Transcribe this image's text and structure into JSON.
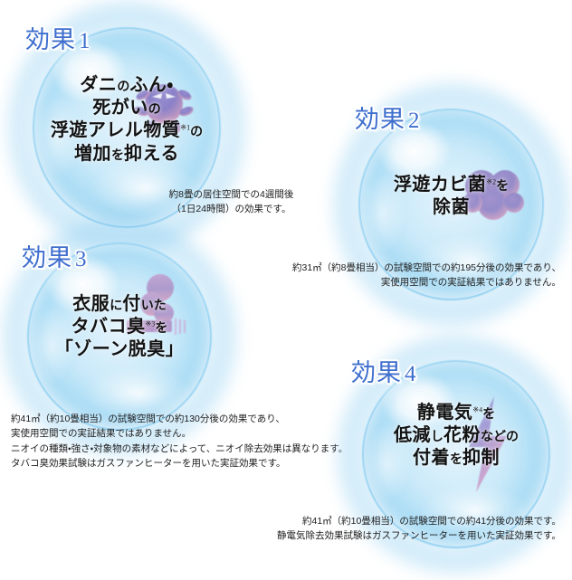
{
  "page": {
    "title": "空気清浄機 4つの効果",
    "accent_color": "#3f6fce",
    "bubble_color": "#a3d9f4",
    "text_color": "#131313"
  },
  "effects": [
    {
      "label_prefix": "効果",
      "label_number": "1",
      "icon": "mite-icon",
      "headline_lines": [
        {
          "segments": [
            {
              "text": "ダニ",
              "size": "big"
            },
            {
              "text": "の",
              "size": "sm"
            },
            {
              "text": "ふん",
              "size": "big"
            },
            {
              "text": "・",
              "size": "big"
            }
          ]
        },
        {
          "segments": [
            {
              "text": "死がい",
              "size": "big"
            },
            {
              "text": "の",
              "size": "sm"
            }
          ]
        },
        {
          "segments": [
            {
              "text": "浮遊アレル物質",
              "size": "big"
            },
            {
              "text": "※1",
              "size": "sup"
            },
            {
              "text": "の",
              "size": "sm"
            }
          ]
        },
        {
          "segments": [
            {
              "text": "増加",
              "size": "big"
            },
            {
              "text": "を",
              "size": "sm"
            },
            {
              "text": "抑える",
              "size": "big"
            }
          ]
        }
      ],
      "caption_lines": [
        "約8畳の居住空間での4週間後",
        "（1日24時間）の効果です。"
      ],
      "caption_align": "center"
    },
    {
      "label_prefix": "効果",
      "label_number": "2",
      "icon": "mold-icon",
      "headline_lines": [
        {
          "segments": [
            {
              "text": "浮遊カビ菌",
              "size": "big"
            },
            {
              "text": "※2",
              "size": "sup"
            },
            {
              "text": "を",
              "size": "sm"
            }
          ]
        },
        {
          "segments": [
            {
              "text": "除菌",
              "size": "big"
            }
          ]
        }
      ],
      "caption_lines": [
        "約31㎡（約8畳相当）の試験空間での約195分後の効果であり、",
        "実使用空間での実証結果ではありません。"
      ],
      "caption_align": "right"
    },
    {
      "label_prefix": "効果",
      "label_number": "3",
      "icon": "cigarette-icon",
      "headline_lines": [
        {
          "segments": [
            {
              "text": "衣服",
              "size": "big"
            },
            {
              "text": "に",
              "size": "sm"
            },
            {
              "text": "付",
              "size": "big"
            },
            {
              "text": "いた",
              "size": "sm"
            }
          ]
        },
        {
          "segments": [
            {
              "text": "タバコ臭",
              "size": "big"
            },
            {
              "text": "※3",
              "size": "sup"
            },
            {
              "text": "を",
              "size": "sm"
            }
          ]
        },
        {
          "segments": [
            {
              "text": "「ゾーン脱臭」",
              "size": "big"
            }
          ]
        }
      ],
      "caption_lines": [
        "約41㎡（約10畳相当）の試験空間での約130分後の効果であり、",
        "実使用空間での実証結果ではありません。",
        "ニオイの種類・強さ・対象物の素材などによって、ニオイ除去効果は異なります。",
        "タバコ臭効果試験はガスファンヒーターを用いた実証効果です。"
      ],
      "caption_align": "left"
    },
    {
      "label_prefix": "効果",
      "label_number": "4",
      "icon": "lightning-bolt-icon",
      "headline_lines": [
        {
          "segments": [
            {
              "text": "静電気",
              "size": "big"
            },
            {
              "text": "※4",
              "size": "sup"
            },
            {
              "text": "を",
              "size": "sm"
            }
          ]
        },
        {
          "segments": [
            {
              "text": "低減",
              "size": "big"
            },
            {
              "text": "し",
              "size": "sm"
            },
            {
              "text": "花粉",
              "size": "big"
            },
            {
              "text": "などの",
              "size": "sm"
            }
          ]
        },
        {
          "segments": [
            {
              "text": "付着",
              "size": "big"
            },
            {
              "text": "を",
              "size": "sm"
            },
            {
              "text": "抑制",
              "size": "big"
            }
          ]
        }
      ],
      "caption_lines": [
        "約41㎡（約10畳相当）の試験空間での約41分後の効果です。",
        "静電気除去効果試験はガスファンヒーターを用いた実証効果です。"
      ],
      "caption_align": "right"
    }
  ]
}
